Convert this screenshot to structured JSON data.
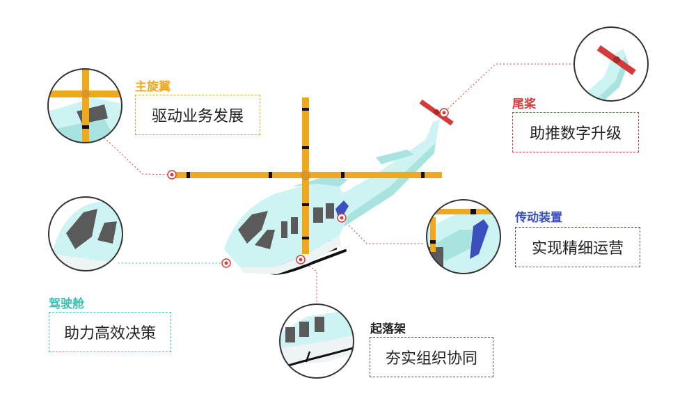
{
  "callouts": {
    "main_rotor": {
      "title": "主旋翼",
      "desc": "驱动业务发展",
      "color": "#f0a81e"
    },
    "tail_rotor": {
      "title": "尾桨",
      "desc": "助推数字升级",
      "color": "#d43a3a"
    },
    "transmission": {
      "title": "传动装置",
      "desc": "实现精细运营",
      "color": "#3b4fbf"
    },
    "cockpit": {
      "title": "驾驶舱",
      "desc": "助力高效决策",
      "color": "#3cbfb4"
    },
    "landing_gear": {
      "title": "起落架",
      "desc": "夯实组织协同",
      "color": "#222222"
    }
  },
  "palette": {
    "fuselage": "#cdf4f2",
    "fuselage_shadow": "#a9e3e0",
    "belly": "#f1f5f7",
    "window": "#5a5a5a",
    "rotor": "#f0a81e",
    "tail_rotor": "#d43a3a",
    "driveshaft": "#3b4fbf",
    "skid": "#111111"
  }
}
